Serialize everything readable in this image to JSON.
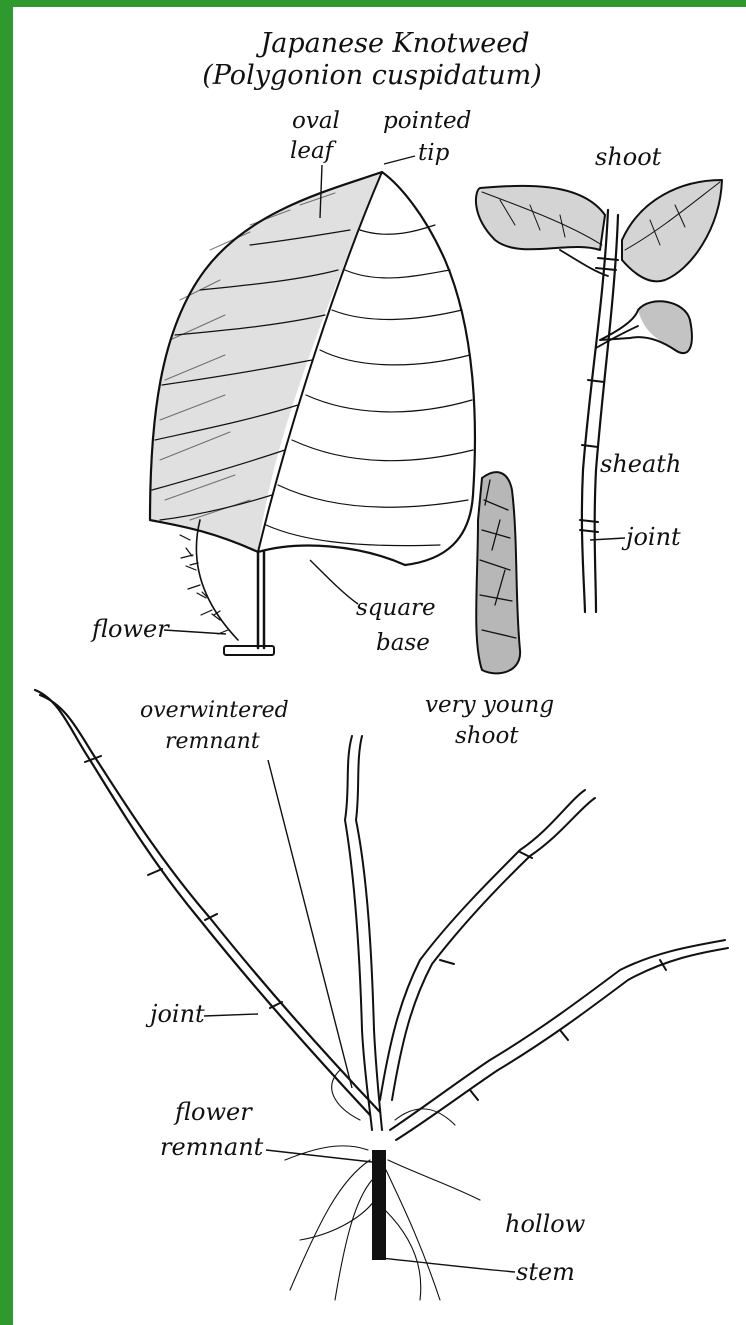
{
  "title": {
    "line1": "Japanese Knotweed",
    "line2": "(Polygonion cuspidatum)"
  },
  "labels": {
    "oval_leaf_1": "oval",
    "oval_leaf_2": "leaf",
    "pointed_tip_1": "pointed",
    "pointed_tip_2": "tip",
    "shoot": "shoot",
    "sheath": "sheath",
    "joint_upper": "joint",
    "flower": "flower",
    "square_base_1": "square",
    "square_base_2": "base",
    "very_young_shoot_1": "very young",
    "very_young_shoot_2": "shoot",
    "overwintered_1": "overwintered",
    "overwintered_2": "remnant",
    "joint_lower": "joint",
    "flower_remnant_1": "flower",
    "flower_remnant_2": "remnant",
    "hollow_stem_1": "hollow",
    "hollow_stem_2": "stem"
  },
  "colors": {
    "border": "#2e9a2e",
    "paper": "#ffffff",
    "ink": "#111111"
  }
}
